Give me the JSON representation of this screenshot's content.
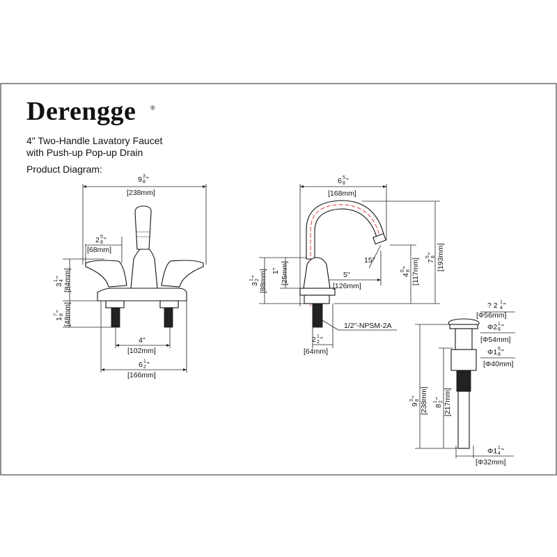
{
  "brand": {
    "name": "Derengge",
    "reg_mark": "®"
  },
  "title": {
    "line1": "4\" Two-Handle Lavatory Faucet",
    "line2": "with Push-up Pop-up Drain",
    "line3": "Product Diagram:"
  },
  "front_view": {
    "overall_width": {
      "whole": "9",
      "frac_num": "3",
      "frac_den": "8",
      "unit": "\"",
      "metric": "[238mm]"
    },
    "handle_width": {
      "whole": "2",
      "frac_num": "5",
      "frac_den": "8",
      "unit": "\"",
      "metric": "[68mm]"
    },
    "handle_height": {
      "whole": "3",
      "frac_num": "1",
      "frac_den": "4",
      "unit": "\"",
      "metric": "[84mm]"
    },
    "shank_length": {
      "whole": "1",
      "frac_num": "7",
      "frac_den": "8",
      "unit": "\"",
      "metric": "[48mm]"
    },
    "center_spacing": {
      "label": "4\"",
      "metric": "[102mm]"
    },
    "base_width": {
      "whole": "6",
      "frac_num": "1",
      "frac_den": "2",
      "unit": "\"",
      "metric": "[166mm]"
    }
  },
  "side_view": {
    "spout_reach": {
      "whole": "6",
      "frac_num": "5",
      "frac_den": "8",
      "unit": "\"",
      "metric": "[168mm]"
    },
    "total_height": {
      "whole": "7",
      "frac_num": "5",
      "frac_den": "8",
      "unit": "\"",
      "metric": "[193mm]"
    },
    "spout_clearance": {
      "whole": "4",
      "frac_num": "5",
      "frac_den": "8",
      "unit": "\"",
      "metric": "[117mm]"
    },
    "body_height": {
      "whole": "3",
      "frac_num": "1",
      "frac_den": "2",
      "unit": "\"",
      "metric": "[88mm]"
    },
    "base_height": {
      "label": "1\"",
      "metric": "[25mm]"
    },
    "spout_angle": "15°",
    "spout_to_center": {
      "label": "5\"",
      "metric": "[126mm]"
    },
    "thread": "1/2\"-NPSM-2A",
    "base_diameter": {
      "whole": "2",
      "frac_num": "1",
      "frac_den": "2",
      "unit": "\"",
      "metric": "[64mm]"
    }
  },
  "drain_view": {
    "cap_diameter": {
      "prefix": "? 2",
      "frac_num": "1",
      "frac_den": "4",
      "unit": "\"",
      "metric": "[Φ56mm]"
    },
    "flange_diameter": {
      "prefix": "Φ2",
      "frac_num": "1",
      "frac_den": "8",
      "unit": "\"",
      "metric": "[Φ54mm]"
    },
    "body_diameter": {
      "prefix": "Φ1",
      "frac_num": "5",
      "frac_den": "8",
      "unit": "\"",
      "metric": "[Φ40mm]"
    },
    "total_length": {
      "whole": "9",
      "frac_num": "3",
      "frac_den": "8",
      "unit": "\"",
      "metric": "[238mm]"
    },
    "tail_length": {
      "whole": "8",
      "frac_num": "1",
      "frac_den": "2",
      "unit": "\"",
      "metric": "[217mm]"
    },
    "tail_diameter": {
      "prefix": "Φ1",
      "frac_num": "1",
      "frac_den": "4",
      "unit": "\"",
      "metric": "[Φ32mm]"
    }
  }
}
